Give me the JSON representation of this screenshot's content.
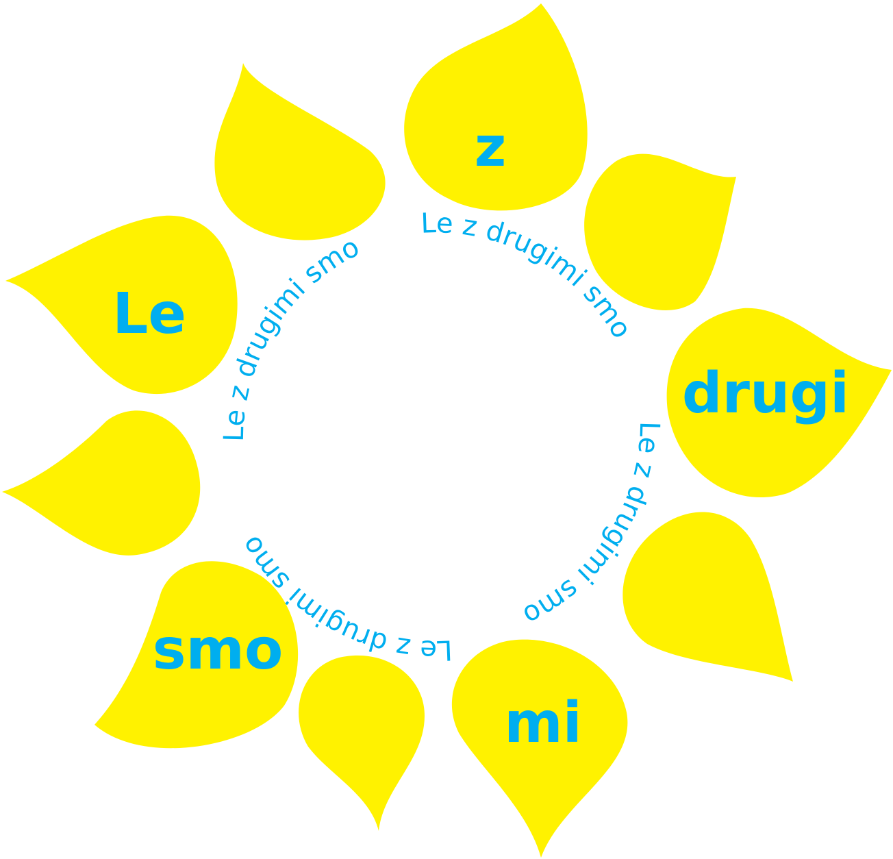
{
  "colors": {
    "petal": "#FFF200",
    "text": "#00AEEF",
    "background": "#FFFFFF"
  },
  "petal_words": {
    "top": "z",
    "right": "drugi",
    "bottom": "mi",
    "bottom_left": "smo",
    "left": "Le"
  },
  "ring_phrases": {
    "top_right": "Le z drugimi smo",
    "right": "Le z drugimi smo",
    "bottom": "Le z drugimi smo",
    "left": "Le z drugimi smo"
  }
}
